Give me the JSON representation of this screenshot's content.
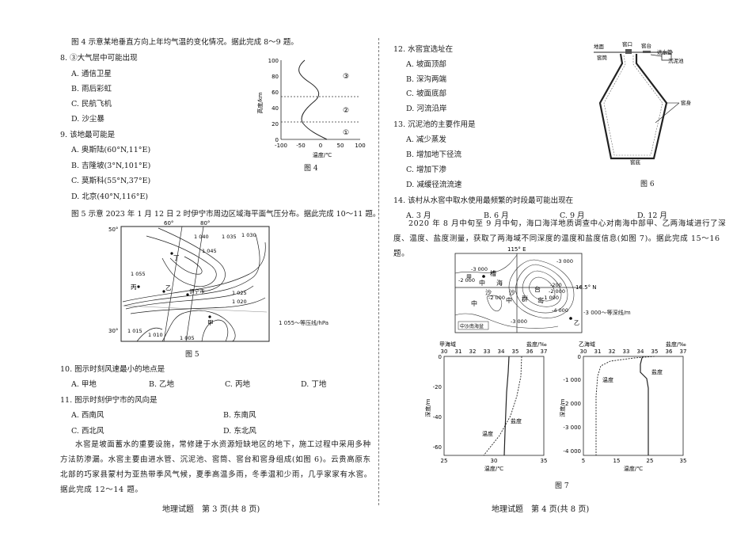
{
  "left": {
    "intro_fig4": "图 4 示意某地垂直方向上年均气温的变化情况。据此完成 8～9 题。",
    "q8": {
      "stem": "8. ③大气层中可能出现",
      "options": [
        "A. 通信卫星",
        "B. 雨后彩虹",
        "C. 民航飞机",
        "D. 沙尘暴"
      ]
    },
    "q9": {
      "stem": "9. 该地最可能是",
      "options": [
        "A. 奥斯陆(60°N,11°E)",
        "B. 吉隆坡(3°N,101°E)",
        "C. 莫斯科(55°N,37°E)",
        "D. 北京(40°N,116°E)"
      ]
    },
    "fig4": {
      "caption": "图 4",
      "ylabel": "高度/km",
      "xlabel": "温度/℃",
      "yticks": [
        "100",
        "80",
        "60",
        "40",
        "20",
        "0"
      ],
      "xticks": [
        "-100",
        "-50",
        "0",
        "50",
        "100"
      ],
      "layers": [
        "③",
        "②",
        "①"
      ]
    },
    "intro_fig5": "图 5 示意 2023 年 1 月 12 日 2 时伊宁市周边区域海平面气压分布。据此完成 10～11 题。",
    "fig5": {
      "caption": "图 5",
      "lat_top": "50°",
      "lat_bottom": "30°",
      "lon_labels": [
        "60°",
        "80°"
      ],
      "isobar_labels": [
        "1 040",
        "1 035",
        "1 030",
        "1 045",
        "1 055",
        "1 025",
        "1 020",
        "1 015",
        "1 010",
        "1 005"
      ],
      "points": [
        "丁",
        "丙",
        "乙",
        "甲"
      ],
      "city": "伊宁市",
      "legend": "1 055～等压线/hPa"
    },
    "q10": {
      "stem": "10. 图示时刻风速最小的地点是",
      "options": [
        "A. 甲地",
        "B. 乙地",
        "C. 丙地",
        "D. 丁地"
      ]
    },
    "q11": {
      "stem": "11. 图示时刻伊宁市的风向是",
      "options": [
        "A. 西南风",
        "B. 东南风",
        "C. 西北风",
        "D. 东北风"
      ]
    },
    "para_12_14": "水窖是坡面蓄水的重要设施，常修建于水资源短缺地区的地下，施工过程中采用多种方法防渗漏。水窖主要由进水管、沉泥池、窖筒、窖台和窖身组成(如图 6)。云贵高原东北部的巧家县蒙村为亚热带季风气候，夏季高温多雨，冬季温和少雨，几乎家家有水窖。据此完成 12～14 题。",
    "footer": "地理试题　第 3 页(共 8 页)"
  },
  "right": {
    "q12": {
      "stem": "12. 水窖宜选址在",
      "options": [
        "A. 坡面顶部",
        "B. 深沟两端",
        "C. 坡面底部",
        "D. 河流沿岸"
      ]
    },
    "q13": {
      "stem": "13. 沉泥池的主要作用是",
      "options": [
        "A. 减少蒸发",
        "B. 增加地下径流",
        "C. 增加下渗",
        "D. 减缓径流流速"
      ]
    },
    "q14": {
      "stem": "14. 该村从水窖中取水使用最频繁的时段最可能出现在",
      "options": [
        "A. 3 月",
        "B. 6 月",
        "C. 9 月",
        "D. 12 月"
      ]
    },
    "fig6": {
      "caption": "图 6",
      "labels": [
        "地面",
        "窖口",
        "窖台",
        "进水管",
        "窖筒",
        "沉泥池",
        "窖身",
        "窖底"
      ]
    },
    "para_15_16": "2020 年 8 月中旬至 9 月中旬，海口海洋地质调查中心对南海中部甲、乙两海域进行了深度、温度、盐度测量，获取了两海域不同深度的温度和盐度信息(如图 7)。据此完成 15～16 题。",
    "fig7_map": {
      "lon": "115° E",
      "lat": "16.5° N",
      "depth_labels": [
        "-3 000",
        "-3 000",
        "-2 000",
        "-2 000",
        "-200",
        "-2 000",
        "-1 000",
        "-4 000",
        "-3 000"
      ],
      "place_chars": [
        "中",
        "沙",
        "群",
        "岛",
        "海",
        "槽",
        "台",
        "中",
        "中",
        "沙"
      ],
      "points": [
        "甲",
        "乙"
      ],
      "box_label": "中沙南海盆",
      "legend": "-3 000～等深线/m"
    },
    "fig7_jia": {
      "title": "甲海域",
      "salinity_unit": "盐度/‰",
      "salinity_ticks": [
        "30",
        "31",
        "32",
        "33",
        "34",
        "35",
        "36",
        "37"
      ],
      "ylabel": "深度/m",
      "yticks": [
        "0",
        "-20",
        "-40",
        "-60"
      ],
      "temp_ticks": [
        "25",
        "30",
        "35"
      ],
      "temp_unit": "温度/℃",
      "temp_label": "温度",
      "sal_label": "盐度"
    },
    "fig7_yi": {
      "title": "乙海域",
      "salinity_unit": "盐度/‰",
      "salinity_ticks": [
        "30",
        "31",
        "32",
        "33",
        "34",
        "35",
        "36",
        "37"
      ],
      "ylabel": "深度/m",
      "yticks": [
        "0",
        "-1 000",
        "-2 000",
        "-3 000",
        "-4 000"
      ],
      "temp_ticks": [
        "5",
        "15",
        "25",
        "35"
      ],
      "temp_unit": "温度/℃",
      "temp_label": "温度",
      "sal_label": "盐度"
    },
    "fig7_caption": "图 7",
    "footer": "地理试题　第 4 页(共 8 页)"
  }
}
